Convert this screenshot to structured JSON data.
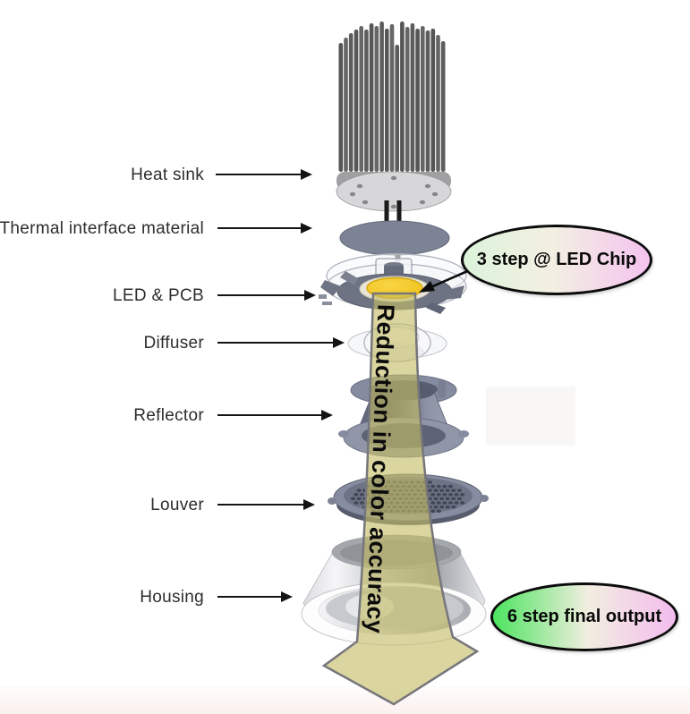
{
  "figure": {
    "component_labels": [
      {
        "id": "heat-sink",
        "text": "Heat sink"
      },
      {
        "id": "thermal-interface-material",
        "text": "Thermal interface material"
      },
      {
        "id": "led-pcb",
        "text": "LED & PCB"
      },
      {
        "id": "diffuser",
        "text": "Diffuser"
      },
      {
        "id": "reflector",
        "text": "Reflector"
      },
      {
        "id": "louver",
        "text": "Louver"
      },
      {
        "id": "housing",
        "text": "Housing"
      }
    ],
    "flow_arrow": {
      "text": "Reduction in color accuracy",
      "fill": "#d9d5a0",
      "outline": "#76767b"
    },
    "callouts": [
      {
        "id": "led-chip-step",
        "text": "3 step @ LED Chip",
        "gradient": [
          "#dcf3da",
          "#f3efe2",
          "#f4c3ef"
        ]
      },
      {
        "id": "final-output-step",
        "text": "6 step final output",
        "gradient": [
          "#4ce45f",
          "#f2eee0",
          "#f3bcee"
        ]
      }
    ],
    "colors": {
      "led_chip_yellow": "#f3c81e",
      "metal_gray": "#878da0",
      "heatsink_gray": "#5d5d5d",
      "tim_gray_blue": "#7c8394"
    }
  }
}
